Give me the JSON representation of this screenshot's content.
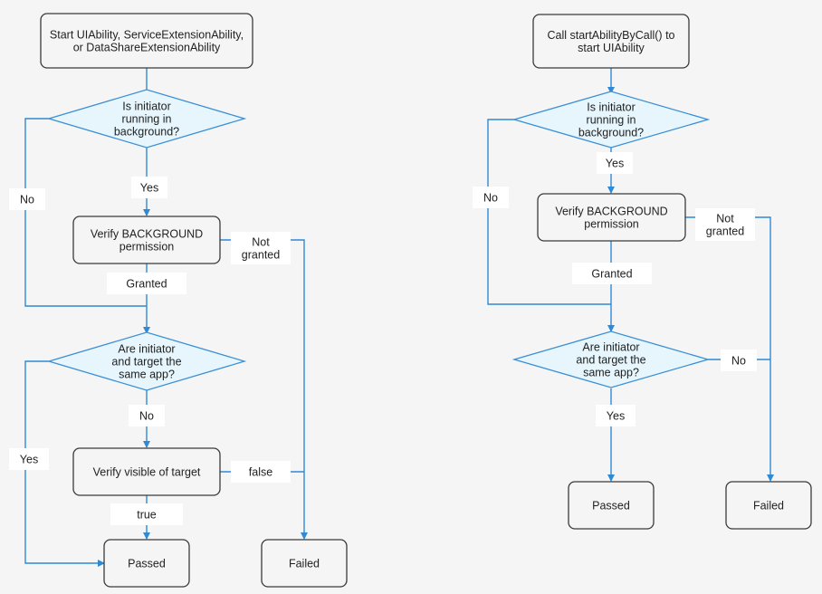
{
  "colors": {
    "background": "#f5f5f5",
    "box_fill": "#f5f5f5",
    "box_stroke": "#3a3a3a",
    "diamond_fill": "#e6f6fc",
    "diamond_stroke": "#3a8fd6",
    "edge": "#2f8ad6",
    "label_fill": "#ffffff"
  },
  "left_flow": {
    "start": [
      "Start UIAbility, ServiceExtensionAbility,",
      "or DataShareExtensionAbility"
    ],
    "decision_background": [
      "Is initiator",
      "running in",
      "background?"
    ],
    "verify_background": [
      "Verify BACKGROUND",
      "permission"
    ],
    "decision_same_app": [
      "Are initiator",
      "and target the",
      "same app?"
    ],
    "verify_visible": [
      "Verify visible of target"
    ],
    "passed": [
      "Passed"
    ],
    "failed": [
      "Failed"
    ],
    "labels": {
      "yes_1": [
        "Yes"
      ],
      "no_1": [
        "No"
      ],
      "not_granted": [
        "Not",
        "granted"
      ],
      "granted": [
        "Granted"
      ],
      "no_2": [
        "No"
      ],
      "yes_2": [
        "Yes"
      ],
      "false": [
        "false"
      ],
      "true": [
        "true"
      ]
    }
  },
  "right_flow": {
    "start": [
      "Call startAbilityByCall() to",
      "start UIAbility"
    ],
    "decision_background": [
      "Is initiator",
      "running in",
      "background?"
    ],
    "verify_background": [
      "Verify BACKGROUND",
      "permission"
    ],
    "decision_same_app": [
      "Are initiator",
      "and target the",
      "same app?"
    ],
    "passed": [
      "Passed"
    ],
    "failed": [
      "Failed"
    ],
    "labels": {
      "yes_1": [
        "Yes"
      ],
      "no_1": [
        "No"
      ],
      "not_granted": [
        "Not",
        "granted"
      ],
      "granted": [
        "Granted"
      ],
      "no_2": [
        "No"
      ],
      "yes_2": [
        "Yes"
      ]
    }
  }
}
